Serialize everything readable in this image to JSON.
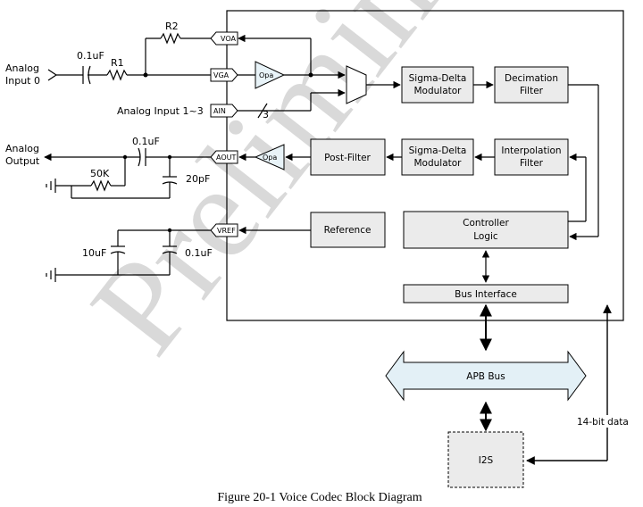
{
  "watermark": "Preliminary",
  "caption": "Figure 20-1 Voice Codec Block Diagram",
  "left_labels": {
    "analog_input0_line1": "Analog",
    "analog_input0_line2": "Input 0",
    "analog_output_line1": "Analog",
    "analog_output_line2": "Output",
    "analog_input_1_3": "Analog Input 1~3"
  },
  "components": {
    "r1": "R1",
    "r2": "R2",
    "c_in": "0.1uF",
    "c_out": "0.1uF",
    "r_fb": "50K",
    "c_fb": "20pF",
    "c_ref1": "10uF",
    "c_ref2": "0.1uF",
    "bus_width": "3"
  },
  "pins": {
    "voa": "VOA",
    "vga": "VGA",
    "ain": "AIN",
    "aout": "AOUT",
    "vref": "VREF"
  },
  "opamps": {
    "in": "Opa",
    "out": "Opa"
  },
  "blocks": {
    "sd_mod_top": [
      "Sigma-Delta",
      "Modulator"
    ],
    "decimation": [
      "Decimation",
      "Filter"
    ],
    "post_filter": "Post-Filter",
    "sd_mod_bottom": [
      "Sigma-Delta",
      "Modulator"
    ],
    "interpolation": [
      "Interpolation",
      "Filter"
    ],
    "reference": "Reference",
    "controller": [
      "Controller",
      "Logic"
    ],
    "bus_interface": "Bus Interface",
    "apb_bus": "APB Bus",
    "i2s": "I2S"
  },
  "data_label": "14-bit data"
}
